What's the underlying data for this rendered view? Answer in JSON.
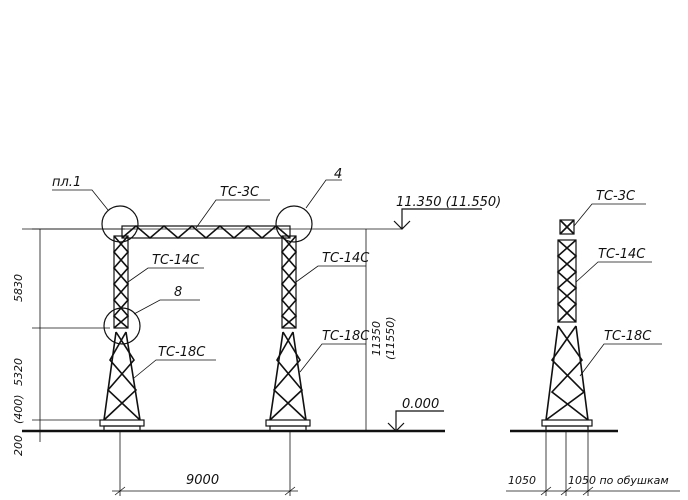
{
  "labels": {
    "pl1": "пл.1",
    "node4": "4",
    "tc3_front": "TC-3C",
    "tc14_left": "TC-14C",
    "tc14_right": "TC-14C",
    "node8": "8",
    "tc18_left": "TC-18C",
    "tc18_right": "TC-18C",
    "elev_top": "11.350 (11.550)",
    "elev_zero": "0.000",
    "side_tc3": "TC-3C",
    "side_tc14": "TC-14C",
    "side_tc18": "TC-18C"
  },
  "dimensions": {
    "d5830": "5830",
    "d5320": "5320",
    "d400": "(400)",
    "d200": "200",
    "vertical_height": "11350",
    "vertical_height_alt": "(11550)",
    "span": "9000",
    "side_left": "1050",
    "side_right": "1050 по обушкам"
  }
}
